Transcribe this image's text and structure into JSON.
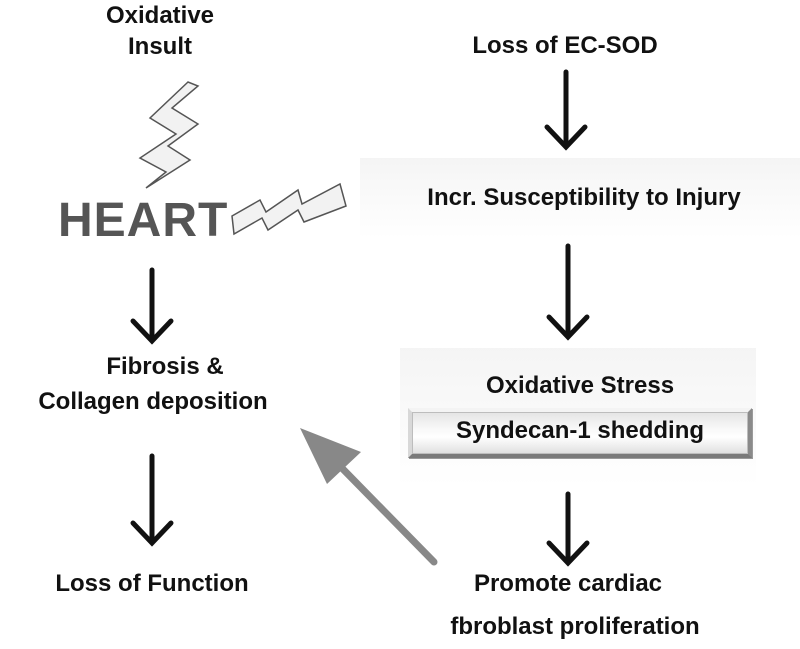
{
  "nodes": {
    "oxidative_insult_line1": "Oxidative",
    "oxidative_insult_line2": "Insult",
    "heart": "HEART",
    "loss_ec_sod": "Loss of EC-SOD",
    "incr_susceptibility": "Incr. Susceptibility to Injury",
    "fibrosis_line1": "Fibrosis &",
    "fibrosis_line2": "Collagen deposition",
    "oxidative_stress": "Oxidative Stress",
    "syndecan_shedding": "Syndecan-1 shedding",
    "loss_of_function": "Loss of Function",
    "promote_line1": "Promote cardiac",
    "promote_line2": "fbroblast proliferation"
  },
  "colors": {
    "text": "#111111",
    "heart_text": "#555555",
    "arrow_black": "#111111",
    "arrow_gray": "#888888",
    "lightning_fill": "#f2f2f2",
    "lightning_stroke": "#555555"
  },
  "icons": {
    "lightning_top": "lightning-bolt-icon",
    "lightning_side": "lightning-bolt-icon"
  }
}
